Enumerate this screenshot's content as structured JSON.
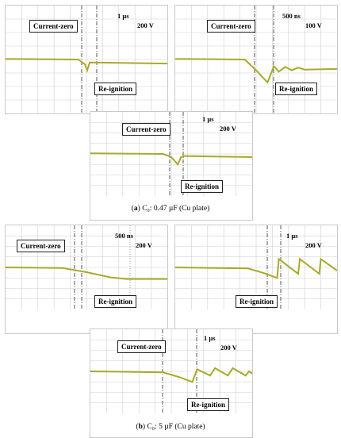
{
  "colors": {
    "trace": "#a9a92a",
    "grid": "#cfcfcf",
    "marker_dark": "#555555"
  },
  "labels": {
    "current_zero": "Current-zero",
    "re_ignition": "Re-ignition"
  },
  "captions": {
    "a_letter": "a",
    "a_text": "C₀: 0.47 µF (Cu plate)",
    "b_letter": "b",
    "b_text": "C₀: 5 µF (Cu plate)"
  },
  "panels": {
    "a1": {
      "time_scale": "1 µs",
      "volt_scale": "200 V"
    },
    "a2": {
      "time_scale": "500 ns",
      "volt_scale": "100 V"
    },
    "a3": {
      "time_scale": "1 µs",
      "volt_scale": "200 V"
    },
    "b1": {
      "time_scale": "500 ns",
      "volt_scale": "200 V"
    },
    "b2": {
      "time_scale": "1 µs",
      "volt_scale": "200 V"
    },
    "b3": {
      "time_scale": "1 µs",
      "volt_scale": "200 V"
    }
  },
  "chart_data": [
    {
      "type": "line",
      "panel": "(a) top-left",
      "title": "",
      "x_divisions": 10,
      "y_divisions": 8,
      "series": [
        {
          "x": [
            0,
            4.5,
            4.9,
            5.05,
            5.2,
            10
          ],
          "y": [
            0.05,
            0.0,
            -0.35,
            -0.8,
            -0.22,
            -0.3
          ]
        }
      ]
    },
    {
      "type": "line",
      "panel": "(a) top-right",
      "title": "",
      "x_divisions": 10,
      "y_divisions": 8,
      "series": [
        {
          "x": [
            0,
            4.3,
            5.0,
            5.7,
            6.1,
            6.4,
            6.8,
            7.2,
            7.6,
            8.0,
            10
          ],
          "y": [
            0.05,
            0.0,
            -0.8,
            -1.7,
            -0.5,
            -0.9,
            -0.55,
            -0.8,
            -0.6,
            -0.75,
            -0.7
          ]
        }
      ]
    },
    {
      "type": "line",
      "panel": "(a) bottom",
      "title": "",
      "x_divisions": 10,
      "y_divisions": 8,
      "series": [
        {
          "x": [
            0,
            4.5,
            5.0,
            5.4,
            5.6,
            5.8,
            10
          ],
          "y": [
            0.05,
            0.0,
            -0.3,
            -1.0,
            -0.3,
            -0.2,
            -0.3
          ]
        }
      ]
    },
    {
      "type": "line",
      "panel": "(b) top-left",
      "title": "",
      "x_divisions": 10,
      "y_divisions": 8,
      "series": [
        {
          "x": [
            0,
            3.5,
            5.0,
            6.5,
            7.5,
            8.5,
            10
          ],
          "y": [
            0.0,
            -0.05,
            -0.45,
            -0.95,
            -1.1,
            -1.1,
            -1.1
          ]
        }
      ]
    },
    {
      "type": "line",
      "panel": "(b) bottom-left",
      "title": "",
      "x_divisions": 10,
      "y_divisions": 8,
      "series": [
        {
          "x": [
            0,
            4.5,
            5.5,
            6.3,
            6.4,
            7.6,
            7.7,
            8.9,
            9.0,
            10
          ],
          "y": [
            0.0,
            -0.1,
            -0.55,
            -1.0,
            0.8,
            -0.6,
            0.8,
            -0.6,
            0.8,
            -0.3
          ]
        }
      ]
    },
    {
      "type": "line",
      "panel": "(b) bottom",
      "title": "",
      "x_divisions": 10,
      "y_divisions": 8,
      "series": [
        {
          "x": [
            0,
            4.5,
            5.5,
            6.3,
            6.6,
            7.4,
            7.7,
            8.5,
            8.8,
            9.6,
            9.8,
            10
          ],
          "y": [
            0.0,
            -0.1,
            -0.55,
            -1.0,
            0.2,
            -0.4,
            0.3,
            -0.4,
            0.3,
            -0.4,
            0.0,
            -0.2
          ]
        }
      ]
    }
  ]
}
